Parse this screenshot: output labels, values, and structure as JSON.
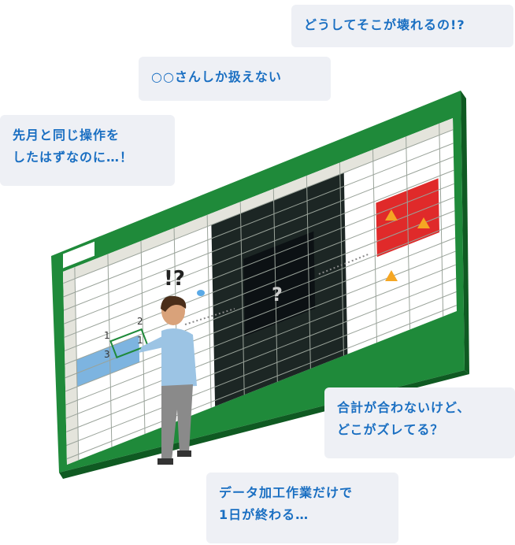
{
  "bubbles": [
    {
      "lines": [
        "どうしてそこが壊れるの!?"
      ]
    },
    {
      "lines": [
        "○○さんしか扱えない"
      ]
    },
    {
      "lines": [
        "先月と同じ操作を",
        "したはずなのに…！"
      ]
    },
    {
      "lines": [
        "合計が合わないけど、",
        "どこがズレてる？"
      ]
    },
    {
      "lines": [
        "データ加工作業だけで",
        "1日が終わる…"
      ]
    }
  ],
  "illustration": {
    "exclaim": "!?",
    "question": "?",
    "cells": [
      "2",
      "1",
      "1",
      "3"
    ]
  },
  "colors": {
    "frame": "#1f8a3a",
    "frame_dark": "#0f5a22",
    "text": "#1a6fc2",
    "bubble": "#eef0f5",
    "dark": "#1c2624",
    "red": "#e02a2a",
    "blue": "#7db4e0"
  }
}
